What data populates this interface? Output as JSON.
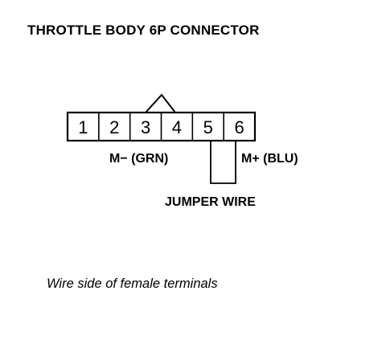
{
  "title": "THROTTLE BODY 6P CONNECTOR",
  "connector": {
    "pins": [
      "1",
      "2",
      "3",
      "4",
      "5",
      "6"
    ]
  },
  "labels": {
    "m_minus": "M− (GRN)",
    "m_plus": "M+ (BLU)",
    "jumper": "JUMPER WIRE"
  },
  "caption": "Wire side of female terminals"
}
